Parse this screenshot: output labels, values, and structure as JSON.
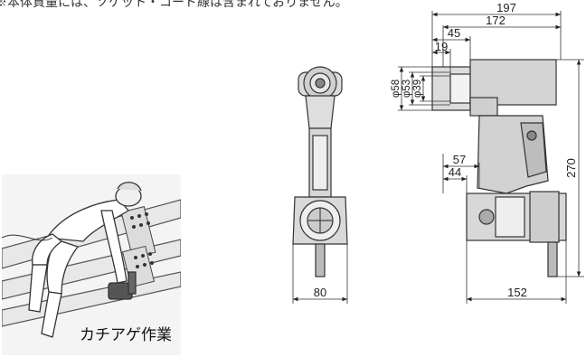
{
  "note": "※本体質量には、ソケット・コード線は含まれておりません。",
  "photo_caption": "カチアゲ作業",
  "dimensions": {
    "overall_length": "197",
    "body_length": "172",
    "offset_45": "45",
    "offset_19": "19",
    "dia_58": "φ58",
    "dia_53": "φ53",
    "dia_39": "φ39",
    "offset_57": "57",
    "offset_44": "44",
    "height": "270",
    "front_width": "80",
    "base_length": "152"
  }
}
